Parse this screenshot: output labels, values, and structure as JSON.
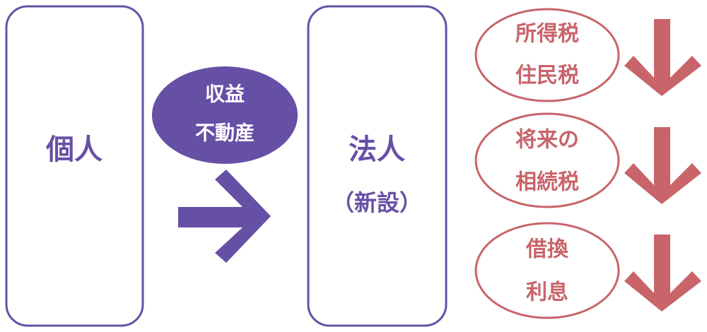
{
  "colors": {
    "purple": "#6650a6",
    "red": "#c8646a"
  },
  "individual": {
    "label": "個人"
  },
  "transfer": {
    "line1": "収益",
    "line2": "不動産"
  },
  "corporation": {
    "label": "法人",
    "sub": "（新設）"
  },
  "effects": [
    {
      "line1": "所得税",
      "line2": "住民税"
    },
    {
      "line1": "将来の",
      "line2": "相続税"
    },
    {
      "line1": "借換",
      "line2": "利息"
    }
  ]
}
